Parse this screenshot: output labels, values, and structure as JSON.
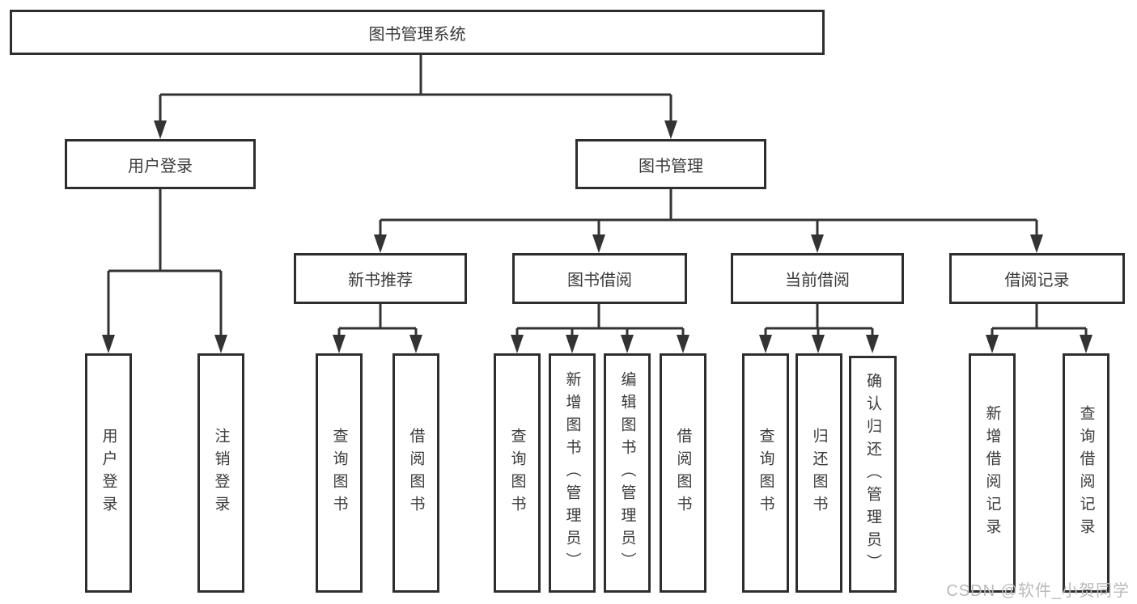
{
  "diagram": {
    "watermark": "CSDN @软件_小贺同学",
    "colors": {
      "line": "#333333",
      "border": "#2e2e2e",
      "text": "#3a3a3a",
      "watermark": "#b9babc",
      "background": "#ffffff"
    },
    "tree": {
      "label": "图书管理系统",
      "children": [
        {
          "label": "用户登录",
          "children": [
            {
              "label": "用户登录"
            },
            {
              "label": "注销登录"
            }
          ]
        },
        {
          "label": "图书管理",
          "children": [
            {
              "label": "新书推荐",
              "children": [
                {
                  "label": "查询图书"
                },
                {
                  "label": "借阅图书"
                }
              ]
            },
            {
              "label": "图书借阅",
              "children": [
                {
                  "label": "查询图书"
                },
                {
                  "label": "新增图书（管理员）"
                },
                {
                  "label": "编辑图书（管理员）"
                },
                {
                  "label": "借阅图书"
                }
              ]
            },
            {
              "label": "当前借阅",
              "children": [
                {
                  "label": "查询图书"
                },
                {
                  "label": "归还图书"
                },
                {
                  "label": "确认归还（管理员）"
                }
              ]
            },
            {
              "label": "借阅记录",
              "children": [
                {
                  "label": "新增借阅记录"
                },
                {
                  "label": "查询借阅记录"
                }
              ]
            }
          ]
        }
      ]
    }
  }
}
